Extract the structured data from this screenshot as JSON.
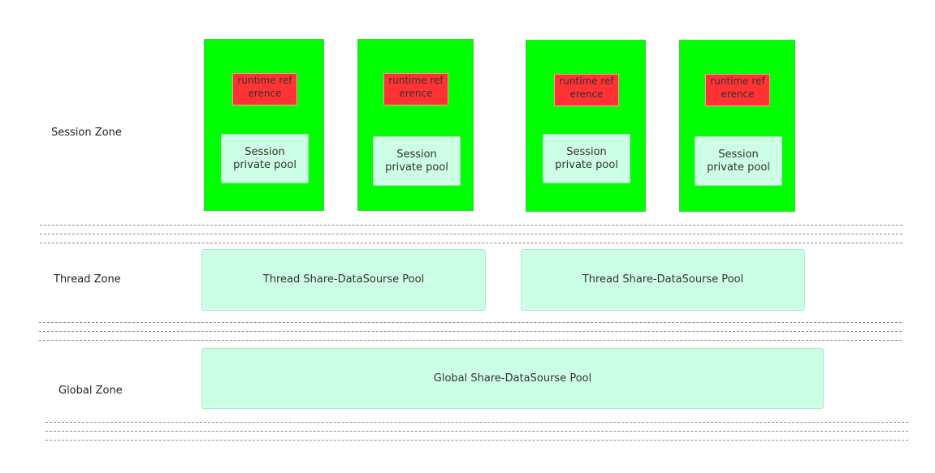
{
  "zones": {
    "session": "Session Zone",
    "thread": "Thread Zone",
    "global": "Global Zone"
  },
  "sessions": [
    {
      "runtime_ref": "runtime reference",
      "private_pool": "Session private pool"
    },
    {
      "runtime_ref": "runtime reference",
      "private_pool": "Session private pool"
    },
    {
      "runtime_ref": "runtime reference",
      "private_pool": "Session private pool"
    },
    {
      "runtime_ref": "runtime reference",
      "private_pool": "Session private pool"
    }
  ],
  "thread_pools": [
    "Thread Share-DataSourse Pool",
    "Thread Share-DataSourse Pool"
  ],
  "global_pool": "Global Share-DataSourse Pool",
  "colors": {
    "session_box": "#00ff00",
    "runtime_ref": "#ff3333",
    "pool": "#ccffe6"
  }
}
